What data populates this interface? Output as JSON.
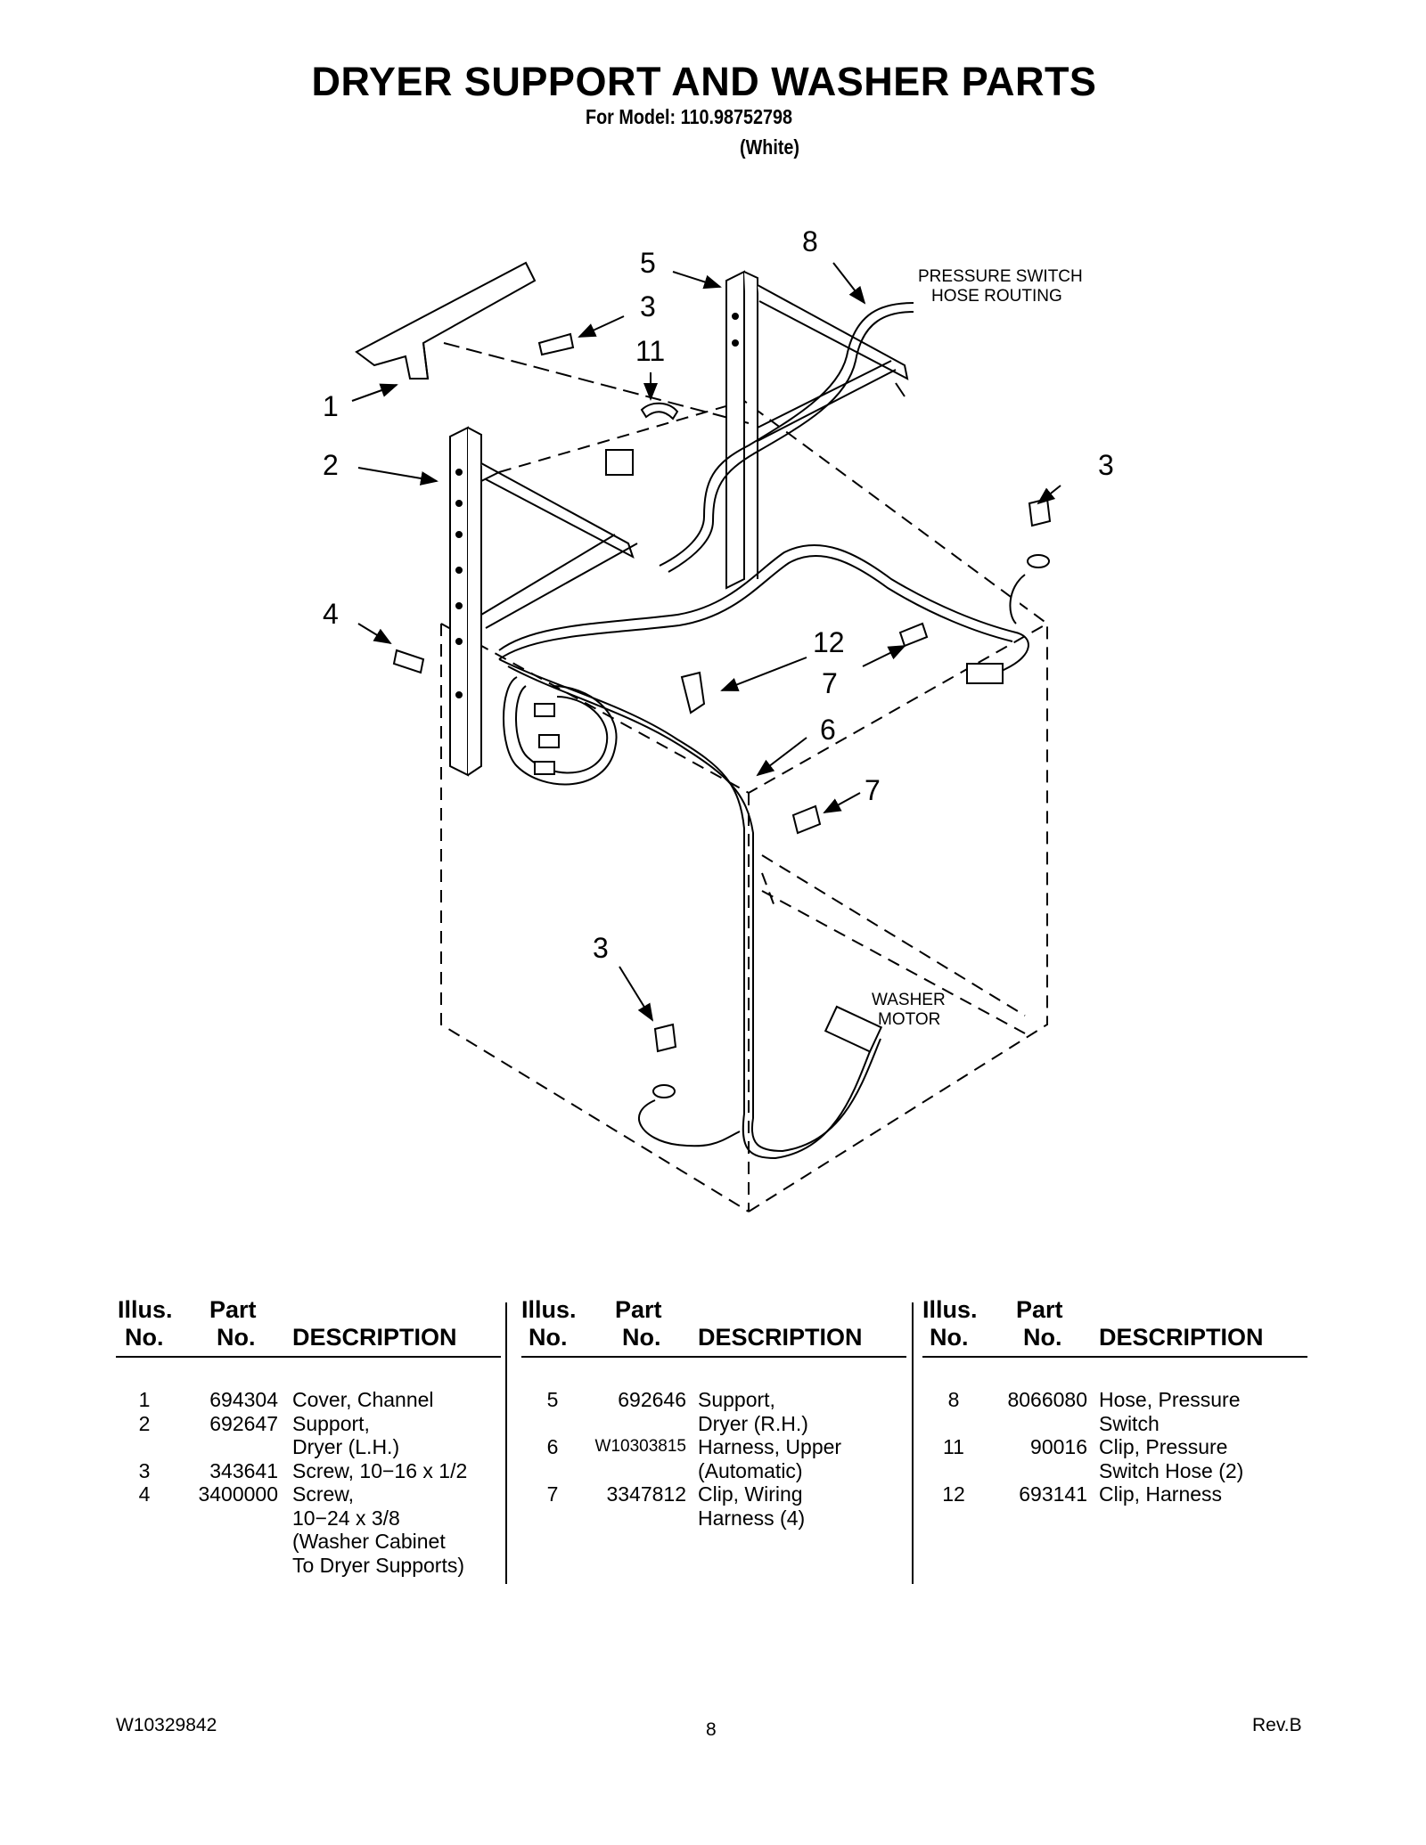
{
  "header": {
    "title": "DRYER SUPPORT AND WASHER PARTS",
    "model": "For Model: 110.98752798",
    "color": "(White)"
  },
  "diagram": {
    "callouts": [
      "8",
      "5",
      "3",
      "11",
      "1",
      "2",
      "3",
      "4",
      "12",
      "7",
      "6",
      "7",
      "3"
    ],
    "notes": {
      "pressure_switch": [
        "PRESSURE SWITCH",
        "HOSE ROUTING"
      ],
      "washer_motor": [
        "WASHER",
        "MOTOR"
      ]
    }
  },
  "table_headers": {
    "illus": [
      "Illus.",
      "No."
    ],
    "part": [
      "Part",
      "No."
    ],
    "description": "DESCRIPTION"
  },
  "parts": [
    [
      {
        "illus": "1",
        "part": "694304",
        "desc": [
          "Cover, Channel"
        ]
      },
      {
        "illus": "2",
        "part": "692647",
        "desc": [
          "Support,",
          "Dryer (L.H.)"
        ]
      },
      {
        "illus": "3",
        "part": "343641",
        "desc": [
          "Screw, 10−16 x 1/2"
        ]
      },
      {
        "illus": "4",
        "part": "3400000",
        "desc": [
          "Screw,",
          "10−24 x 3/8",
          "(Washer Cabinet",
          "To Dryer Supports)"
        ]
      }
    ],
    [
      {
        "illus": "5",
        "part": "692646",
        "desc": [
          "Support,",
          "Dryer (R.H.)"
        ]
      },
      {
        "illus": "6",
        "part": "W10303815",
        "desc": [
          "Harness, Upper",
          "(Automatic)"
        ]
      },
      {
        "illus": "7",
        "part": "3347812",
        "desc": [
          "Clip, Wiring",
          "Harness (4)"
        ]
      }
    ],
    [
      {
        "illus": "8",
        "part": "8066080",
        "desc": [
          "Hose, Pressure",
          "Switch"
        ]
      },
      {
        "illus": "11",
        "part": "90016",
        "desc": [
          "Clip, Pressure",
          "Switch Hose (2)"
        ]
      },
      {
        "illus": "12",
        "part": "693141",
        "desc": [
          "Clip, Harness"
        ]
      }
    ]
  ],
  "footer": {
    "doc_number": "W10329842",
    "page": "8",
    "revision": "Rev.B"
  }
}
